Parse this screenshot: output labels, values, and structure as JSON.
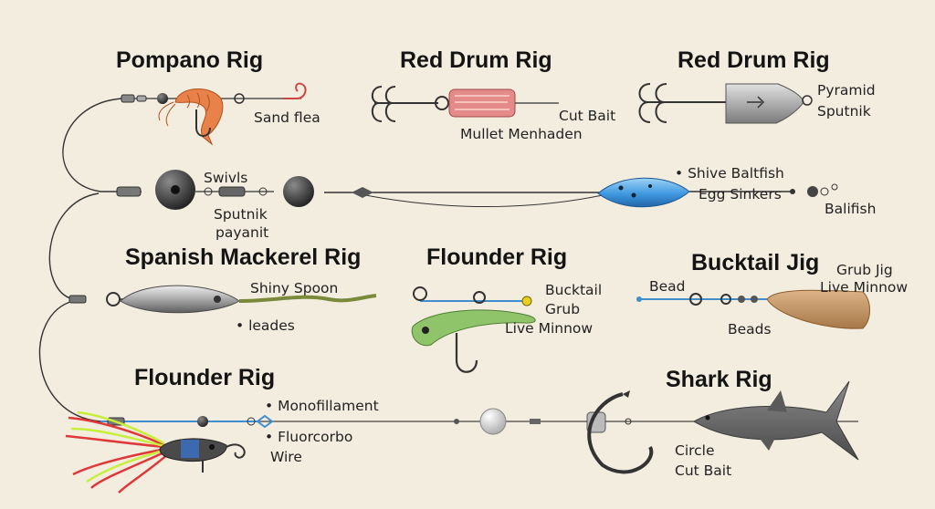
{
  "titles": {
    "pompano": "Pompano Rig",
    "red_drum_left": "Red Drum Rig",
    "red_drum_right": "Red Drum Rig",
    "spanish_mackerel": "Spanish Mackerel Rig",
    "flounder_center": "Flounder Rig",
    "bucktail_jig": "Bucktail Jig",
    "flounder_bottom": "Flounder Rig",
    "shark": "Shark Rig"
  },
  "labels": {
    "sand_flea": "Sand flea",
    "cut_bait": "Cut Bait",
    "mullet_menhaden": "Mullet Menhaden",
    "pyramid": "Pyramid",
    "sputnik_right": "Sputnik",
    "swivels": "Swivls",
    "sputnik_mid": "Sputnik",
    "payanit": "payanit",
    "shive_baitfish": "• Shive Baltfish",
    "egg_sinkers": "Egg Sinkers",
    "balifish": "Balifish",
    "shiny_spoon": "Shiny Spoon",
    "leades": "• leades",
    "bucktail": "Bucktail",
    "grub": "Grub",
    "live_minnow_center": "Live Minnow",
    "bead": "Bead",
    "beads": "Beads",
    "grub_jig": "Grub Jig",
    "live_minnow_right": "Live Minnow",
    "monofillament": "• Monofillament",
    "fluorcorbo": "• Fluorcorbo",
    "wire": "Wire",
    "circle": "Circle",
    "cut_bait_shark": "Cut Bait"
  },
  "colors": {
    "background": "#f3ede0",
    "line": "#333333",
    "leader_blue": "#3f8fd0",
    "shrimp": "#e8824a",
    "cut_bait": "#e48a88",
    "lure_blue": "#4aa6e6",
    "grub_green": "#7fb55a",
    "cork": "#c79a6a",
    "shark": "#6e6e6e"
  },
  "icons": [
    "treble-hook-icon",
    "circle-hook-icon",
    "j-hook-icon",
    "swivel-icon",
    "bead-icon",
    "pyramid-sinker-icon",
    "egg-sinker-icon",
    "spoon-lure-icon",
    "bucktail-jig-icon",
    "shark-icon",
    "shrimp-icon",
    "cut-bait-icon",
    "grub-icon",
    "minnow-plug-icon"
  ]
}
